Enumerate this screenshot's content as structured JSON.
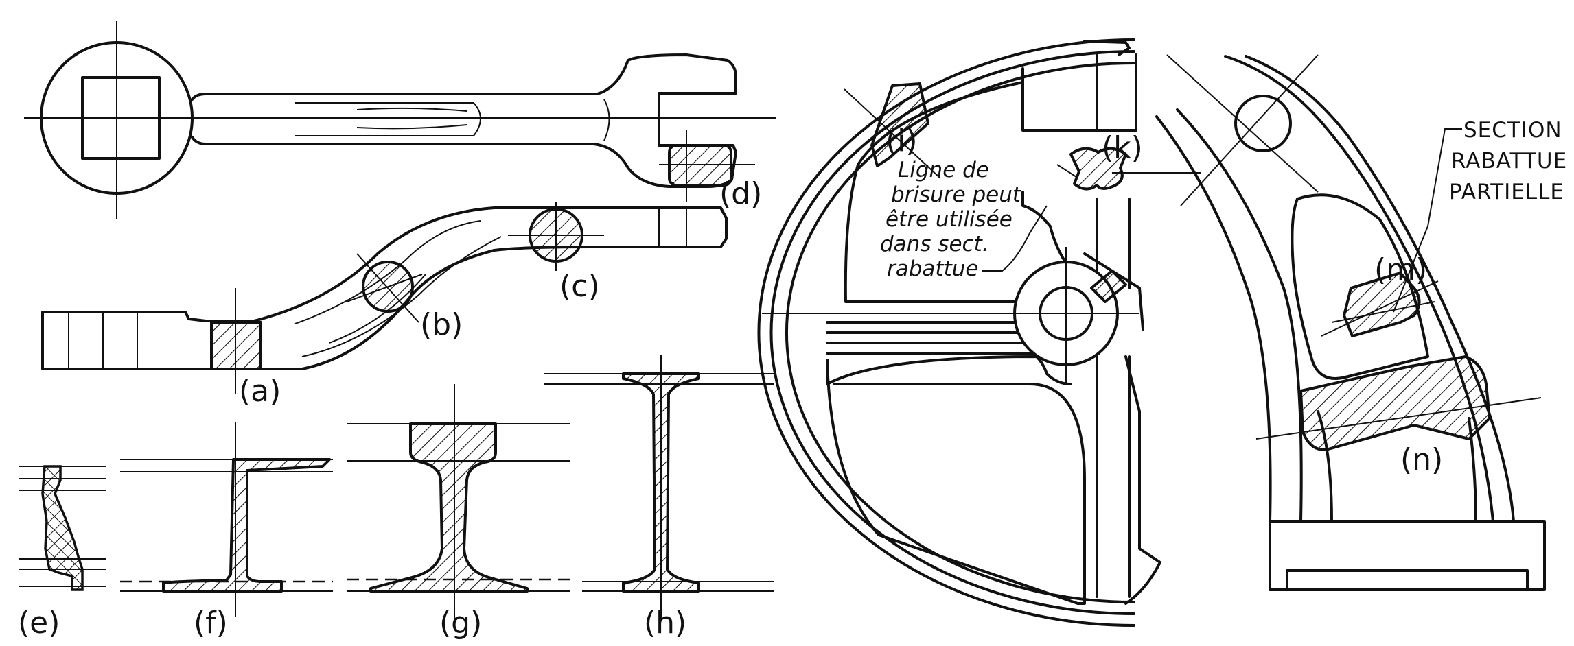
{
  "labels": {
    "a": "(a)",
    "b": "(b)",
    "c": "(c)",
    "d": "(d)",
    "e": "(e)",
    "f": "(f)",
    "g": "(g)",
    "h": "(h)",
    "i": "(i)",
    "k": "(k)",
    "m": "(m)",
    "n": "(n)"
  },
  "note": {
    "line1": "Ligne de",
    "line2": "brisure peut",
    "line3": "être utilisée",
    "line4": "dans sect.",
    "line5": "rabattue"
  },
  "callout": {
    "line1": "SECTION",
    "line2": "RABATTUE",
    "line3": "PARTIELLE"
  }
}
